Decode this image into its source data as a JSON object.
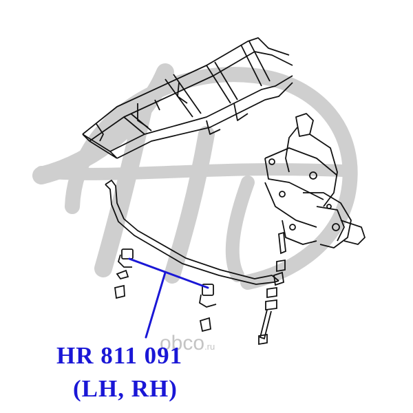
{
  "diagram": {
    "part_number": "HR 811 091",
    "side": "(LH, RH)",
    "watermark": {
      "brand": "obco",
      "suffix": ".ru",
      "logo": "hr-script-logo"
    },
    "colors": {
      "callout": "#1a17d6",
      "line_art": "#111111",
      "watermark": "#c8c8c8"
    }
  }
}
